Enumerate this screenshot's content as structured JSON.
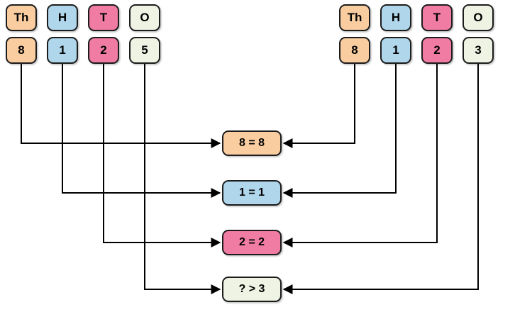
{
  "left_number": {
    "headers": [
      "Th",
      "H",
      "T",
      "O"
    ],
    "digits": [
      "8",
      "1",
      "2",
      "5"
    ]
  },
  "right_number": {
    "headers": [
      "Th",
      "H",
      "T",
      "O"
    ],
    "digits": [
      "8",
      "1",
      "2",
      "3"
    ]
  },
  "comparisons": [
    "8 = 8",
    "1 = 1",
    "2 = 2",
    "? > 3"
  ],
  "colors": {
    "thousands": "#FACDA1",
    "hundreds": "#AFD6EB",
    "tens": "#F07CA4",
    "ones": "#EFF3E3",
    "border": "#1C1C1C",
    "arrow": "#000000",
    "background": "#FFFFFF"
  }
}
